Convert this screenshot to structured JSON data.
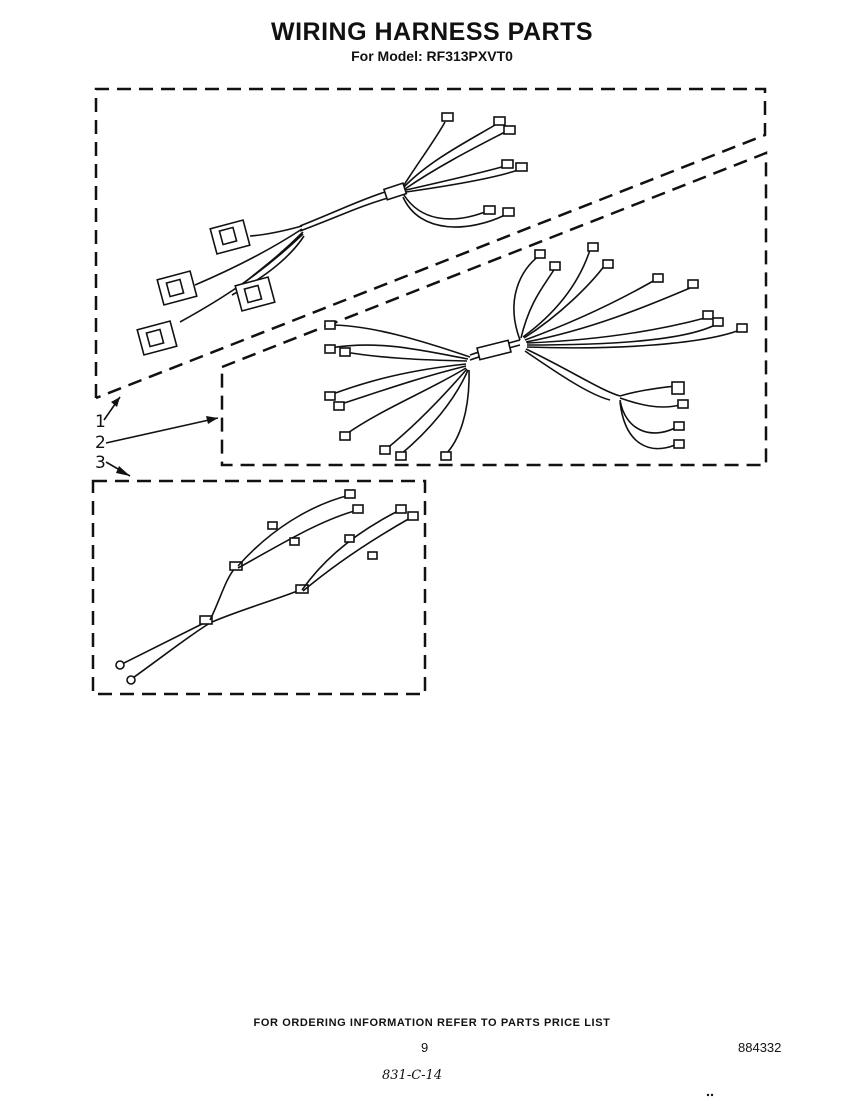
{
  "header": {
    "title": "WIRING HARNESS PARTS",
    "subtitle": "For Model: RF313PXVT0"
  },
  "callouts": [
    "1",
    "2",
    "3"
  ],
  "footer": {
    "ordering_note": "FOR ORDERING INFORMATION REFER TO PARTS PRICE LIST",
    "page_number": "9",
    "part_number": "884332",
    "handwritten_note": "831-C-14"
  }
}
